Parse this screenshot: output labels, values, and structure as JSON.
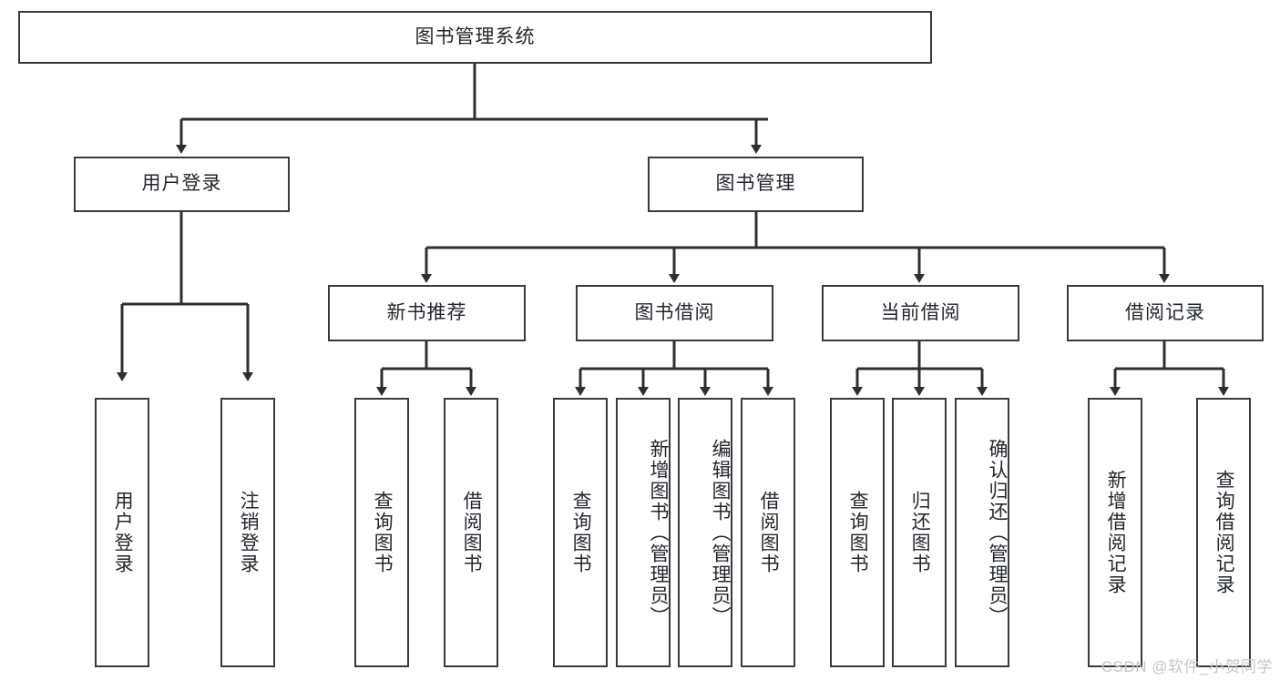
{
  "diagram": {
    "title": "图书管理系统",
    "root": {
      "label": "图书管理系统"
    },
    "level2": [
      {
        "label": "用户登录"
      },
      {
        "label": "图书管理"
      }
    ],
    "level3": [
      {
        "label": "新书推荐"
      },
      {
        "label": "图书借阅"
      },
      {
        "label": "当前借阅"
      },
      {
        "label": "借阅记录"
      }
    ],
    "leaves": {
      "user_login": [
        {
          "label": "用户登录"
        },
        {
          "label": "注销登录"
        }
      ],
      "new_book_recommend": [
        {
          "label": "查询图书"
        },
        {
          "label": "借阅图书"
        }
      ],
      "book_borrow": [
        {
          "label": "查询图书"
        },
        {
          "label": "新增图书（管理员）"
        },
        {
          "label": "编辑图书（管理员）"
        },
        {
          "label": "借阅图书"
        }
      ],
      "current_borrow": [
        {
          "label": "查询图书"
        },
        {
          "label": "归还图书"
        },
        {
          "label": "确认归还（管理员）"
        }
      ],
      "borrow_records": [
        {
          "label": "新增借阅记录"
        },
        {
          "label": "查询借阅记录"
        }
      ]
    }
  },
  "watermark": {
    "text": "CSDN @软件_小贺同学"
  },
  "colors": {
    "border": "#39393b",
    "text": "#23272c",
    "background": "#ffffff",
    "watermark": "#c6c6c6"
  }
}
